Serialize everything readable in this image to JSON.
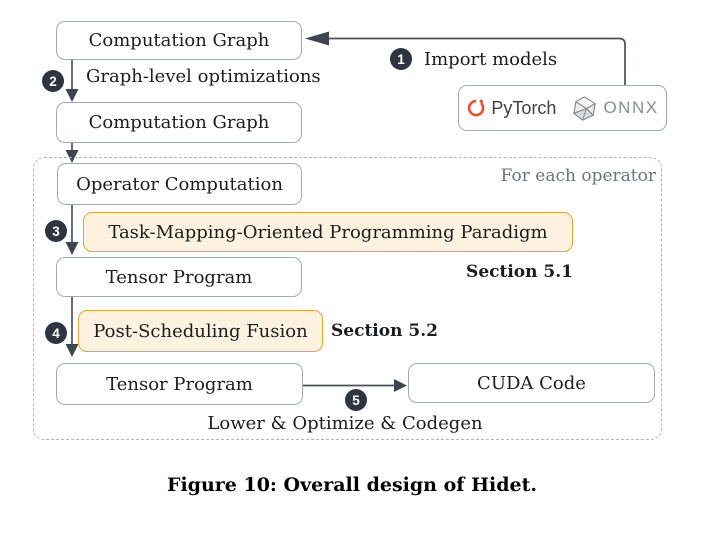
{
  "figure": {
    "caption": "Figure 10: Overall design of Hidet.",
    "steps": [
      "1",
      "2",
      "3",
      "4",
      "5"
    ],
    "nodes": {
      "computation_graph_1": "Computation Graph",
      "computation_graph_2": "Computation Graph",
      "operator_computation": "Operator Computation",
      "task_mapping_paradigm": "Task-Mapping-Oriented Programming Paradigm",
      "tensor_program_1": "Tensor Program",
      "post_scheduling_fusion": "Post-Scheduling Fusion",
      "tensor_program_2": "Tensor Program",
      "cuda_code": "CUDA Code"
    },
    "annotations": {
      "import_models": "Import models",
      "graph_level_optimizations": "Graph-level optimizations",
      "for_each_operator": "For each operator",
      "section_5_1": "Section 5.1",
      "section_5_2": "Section 5.2",
      "lower_optimize_codegen": "Lower & Optimize & Codegen"
    },
    "logos": {
      "pytorch": "PyTorch",
      "onnx": "ONNX"
    },
    "colors": {
      "highlight_fill": "#fdf2e0",
      "highlight_border": "#e8a23c",
      "box_border": "#a3aab3",
      "arrow": "#4b515b",
      "step_badge": "#2e3440",
      "muted_text": "#6e747c",
      "pytorch_orange": "#ee4c2c",
      "onnx_gray": "#8a8d90"
    }
  }
}
